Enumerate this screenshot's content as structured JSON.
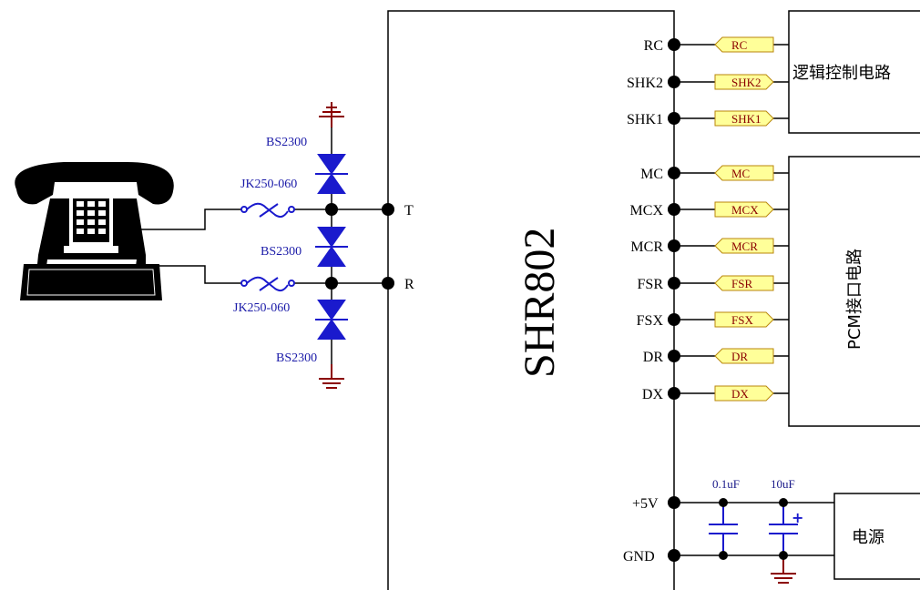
{
  "chip": {
    "name": "SHR802"
  },
  "line_terminals": {
    "t": "T",
    "r": "R"
  },
  "protection": {
    "tvs_top": "BS2300",
    "tvs_mid": "BS2300",
    "tvs_bottom": "BS2300",
    "fuse_top": "JK250-060",
    "fuse_bottom": "JK250-060"
  },
  "pins": [
    {
      "name": "RC",
      "flag": "RC",
      "dir": "in"
    },
    {
      "name": "SHK2",
      "flag": "SHK2",
      "dir": "out"
    },
    {
      "name": "SHK1",
      "flag": "SHK1",
      "dir": "out"
    },
    {
      "name": "MC",
      "flag": "MC",
      "dir": "in"
    },
    {
      "name": "MCX",
      "flag": "MCX",
      "dir": "out"
    },
    {
      "name": "MCR",
      "flag": "MCR",
      "dir": "in"
    },
    {
      "name": "FSR",
      "flag": "FSR",
      "dir": "in"
    },
    {
      "name": "FSX",
      "flag": "FSX",
      "dir": "out"
    },
    {
      "name": "DR",
      "flag": "DR",
      "dir": "in"
    },
    {
      "name": "DX",
      "flag": "DX",
      "dir": "out"
    }
  ],
  "power": {
    "vcc": "+5V",
    "gnd": "GND",
    "cap1": "0.1uF",
    "cap2": "10uF",
    "cap2_polarity": "+"
  },
  "blocks": {
    "logic": "逻辑控制电路",
    "pcm": "PCM接口电路",
    "power": "电源"
  },
  "colors": {
    "tvs": "#1a1acd",
    "wire": "#000000",
    "ground_top": "#8b0000",
    "ground_bottom": "#8b0000",
    "flag_fill": "#ffff99",
    "flag_stroke": "#b8860b"
  }
}
